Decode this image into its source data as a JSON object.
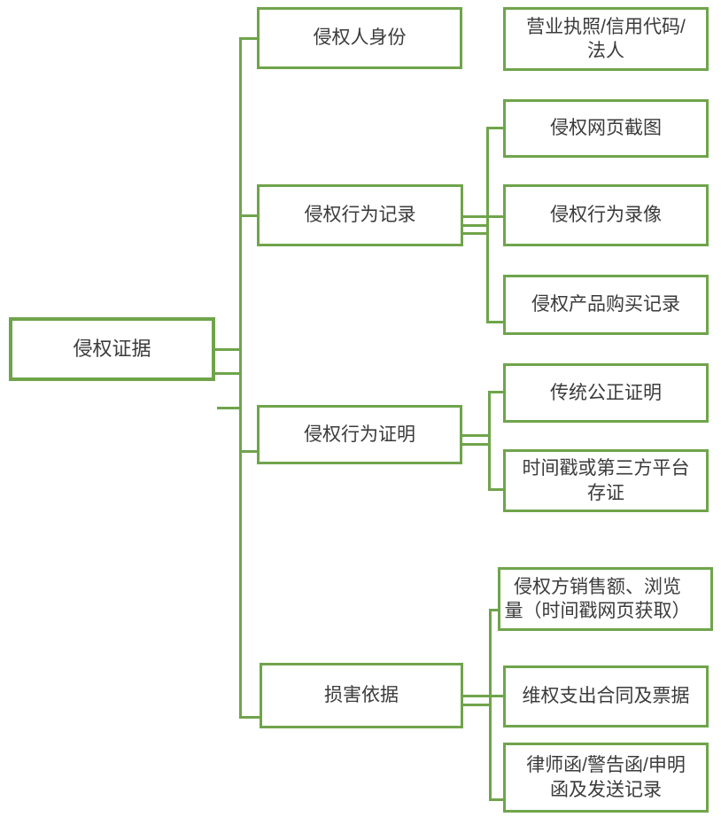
{
  "diagram": {
    "type": "horizontal-tree",
    "tree": {
      "root": {
        "label": "侵权证据"
      },
      "branches": [
        {
          "label": "侵权人身份",
          "children": [
            {
              "label": "营业执照/信用代码/\n法人"
            }
          ]
        },
        {
          "label": "侵权行为记录",
          "children": [
            {
              "label": "侵权网页截图"
            },
            {
              "label": "侵权行为录像"
            },
            {
              "label": "侵权产品购买记录"
            }
          ]
        },
        {
          "label": "侵权行为证明",
          "children": [
            {
              "label": "传统公正证明"
            },
            {
              "label": "时间戳或第三方平台\n存证"
            }
          ]
        },
        {
          "label": "损害依据",
          "children": [
            {
              "label": "侵权方销售额、浏览\n量（时间戳网页获取）"
            },
            {
              "label": "维权支出合同及票据"
            },
            {
              "label": "律师函/警告函/申明\n函及发送记录"
            }
          ]
        }
      ]
    }
  },
  "colors": {
    "accent": "#6FA44B",
    "text": "#3B3B3B",
    "background": "#FFFFFF"
  }
}
